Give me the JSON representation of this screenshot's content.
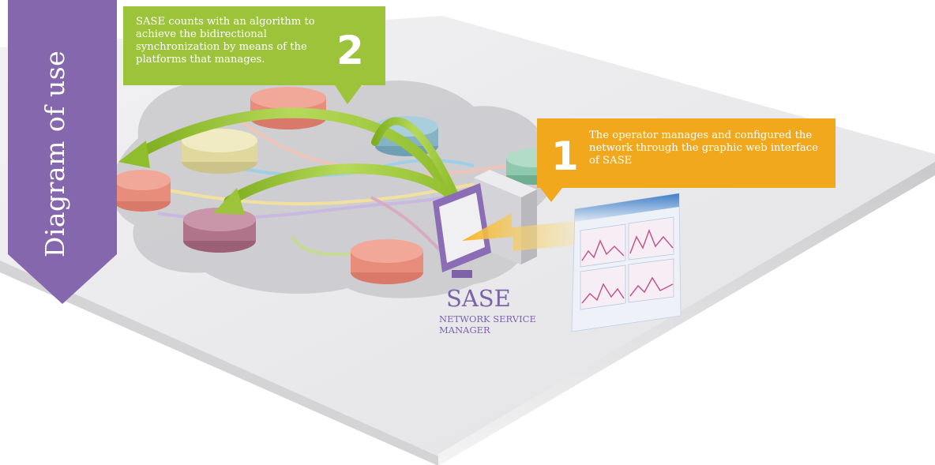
{
  "side_tab": {
    "title": "Diagram of use"
  },
  "callout_2": {
    "text": "SASE counts with an algorithm to achieve the bidirectional synchronization by means of the platforms that manages.",
    "number": "2"
  },
  "callout_1": {
    "text": "The operator manages and configured the network through the graphic web interface of SASE",
    "number": "1"
  },
  "sase_label": {
    "title": "SASE",
    "subtitle": "NETWORK SERVICE MANAGER"
  },
  "colors": {
    "purple": "#8467ac",
    "green": "#9cc33a",
    "orange": "#f2a81c",
    "platform": "#e6e6e8",
    "cloud": "#cfcfd1",
    "router_red": "#e88c7c",
    "router_yellow": "#e6e0a6",
    "router_blue": "#8fbccd",
    "router_purple": "#b0748a",
    "router_teal": "#8ec9ad"
  },
  "icons": [
    "router-icon",
    "computer-monitor-icon",
    "web-interface-screenshot",
    "sync-arrow"
  ]
}
